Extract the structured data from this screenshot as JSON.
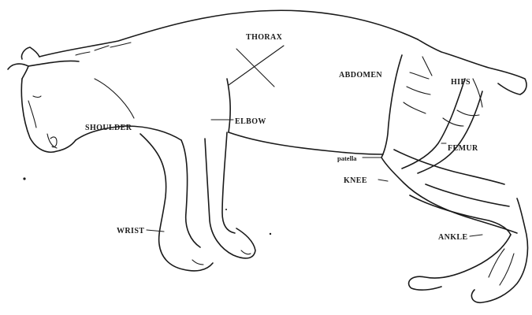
{
  "labels": {
    "thorax": "THORAX",
    "abdomen": "ABDOMEN",
    "hips": "HIPS",
    "shoulder": "SHOULDER",
    "elbow": "ELBOW",
    "patella": "patella",
    "femur": "FEMUR",
    "knee": "KNEE",
    "wrist": "WRIST",
    "ankle": "ANKLE"
  }
}
